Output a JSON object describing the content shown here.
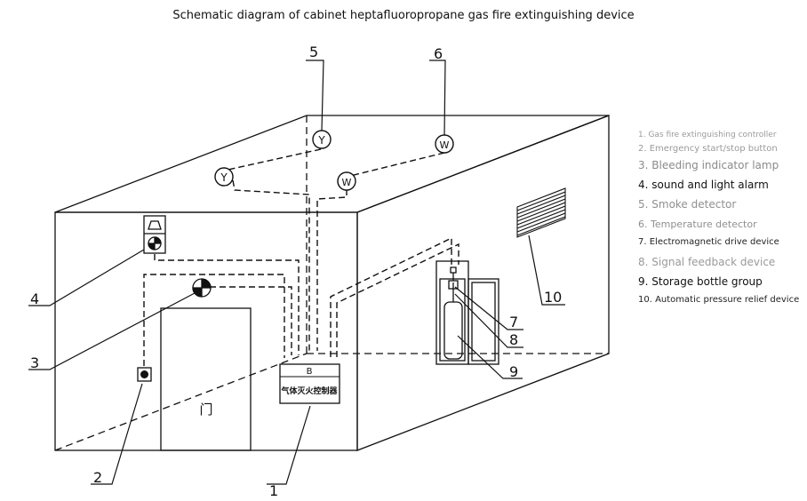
{
  "title": "Schematic diagram of cabinet heptafluoropropane gas fire extinguishing device",
  "callouts": [
    "1",
    "2",
    "3",
    "4",
    "5",
    "6",
    "7",
    "8",
    "9",
    "10"
  ],
  "symbols": {
    "smoke": "Y",
    "temperature": "W",
    "controller_top": "B",
    "controller_label": "气体灭火控制器",
    "door": "门"
  },
  "legend": [
    "1. Gas fire extinguishing controller",
    "2. Emergency start/stop button",
    "3. Bleeding indicator lamp",
    "4. sound and light alarm",
    "5. Smoke detector",
    "6. Temperature detector",
    "7. Electromagnetic drive device",
    "8. Signal feedback device",
    "9. Storage bottle group",
    "10. Automatic pressure relief device"
  ]
}
